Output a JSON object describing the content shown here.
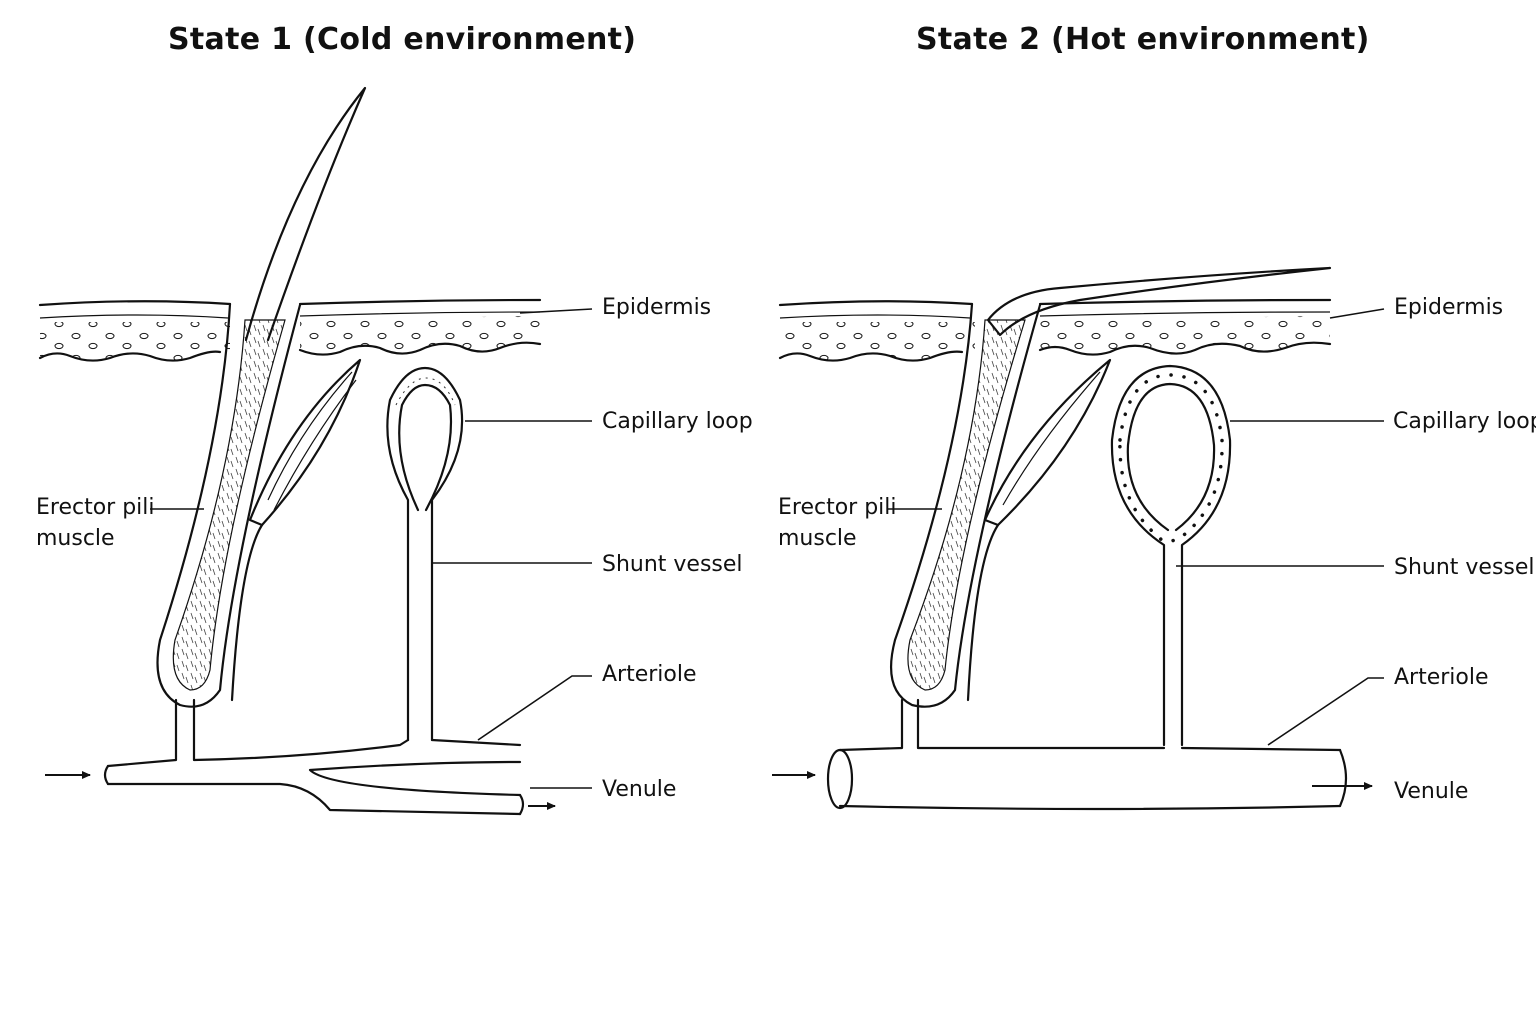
{
  "panels": [
    {
      "title": "State 1 (Cold environment)",
      "labels": {
        "epidermis": "Epidermis",
        "capillary_loop": "Capillary loop",
        "erector_pili_line1": "Erector pili",
        "erector_pili_line2": "muscle",
        "shunt_vessel": "Shunt vessel",
        "arteriole": "Arteriole",
        "venule": "Venule"
      },
      "hair_state": "erect",
      "capillary_blood_flow": "low",
      "shunt_state": "open"
    },
    {
      "title": "State 2 (Hot environment)",
      "labels": {
        "epidermis": "Epidermis",
        "capillary_loop": "Capillary loop",
        "erector_pili_line1": "Erector pili",
        "erector_pili_line2": "muscle",
        "shunt_vessel": "Shunt vessel",
        "arteriole": "Arteriole",
        "venule": "Venule"
      },
      "hair_state": "flat",
      "capillary_blood_flow": "high",
      "shunt_state": "constricted"
    }
  ],
  "colors": {
    "ink": "#111111",
    "background": "#ffffff"
  }
}
